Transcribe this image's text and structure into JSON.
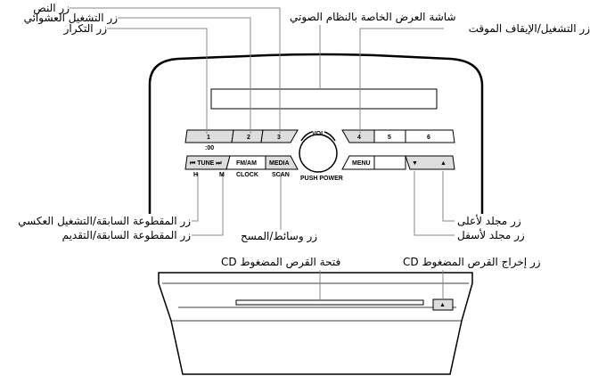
{
  "labels": {
    "text_button": "زر النص",
    "random_button": "زر التشغيل العشوائي",
    "repeat_button": "زر التكرار",
    "display": "شاشة العرض الخاصة بالنظام الصوتي",
    "pause_button": "زر التشغيل/الإيقاف الموقت",
    "prev_track_reverse": "زر المقطوعة السابقة/التشغيل العكسي",
    "next_track_forward": "زر المقطوعة السابقة/التقديم",
    "media_scan": "زر وسائط/المسح",
    "folder_up": "زر مجلد لأعلى",
    "folder_down": "زر مجلد لأسفل",
    "cd_eject": "زر إخراج القرص المضغوط CD",
    "cd_slot": "فتحة القرص المضغوط CD"
  },
  "unit": {
    "preset_buttons": [
      "1",
      "2",
      "3",
      "4",
      "5",
      "6"
    ],
    "clock_sub": ":00",
    "tune": "⏮ TUNE ⏭",
    "h": "H",
    "m": "M",
    "fm_am": "FM/AM",
    "clock": "CLOCK",
    "media": "MEDIA",
    "scan": "SCAN",
    "vol": "VOL",
    "push_power": "PUSH POWER",
    "menu": "MENU",
    "folder_down": "▼",
    "folder_up": "▲",
    "eject": "▲"
  }
}
